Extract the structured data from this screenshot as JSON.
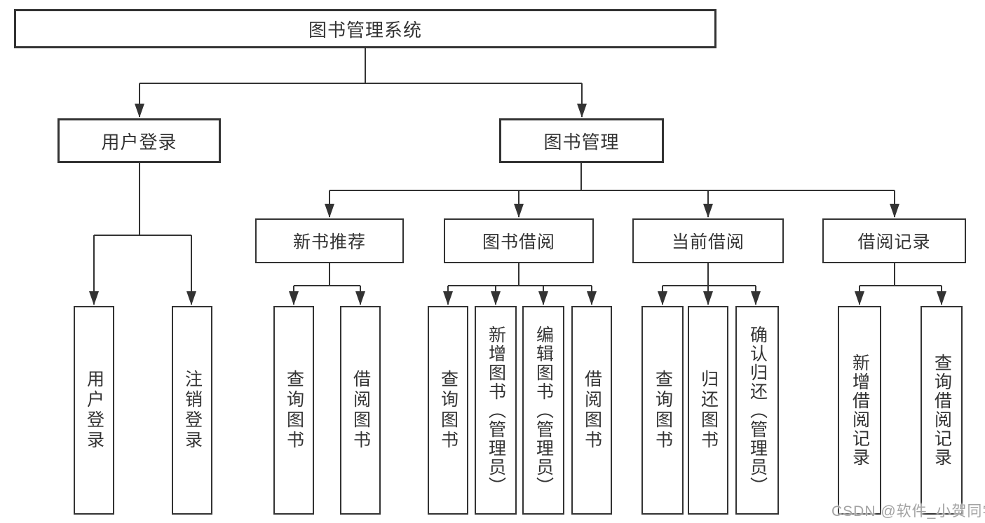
{
  "colors": {
    "line": "#333333",
    "text": "#333333",
    "background": "#ffffff",
    "watermark_text_color": "#a3a3a3"
  },
  "tree": {
    "root": "图书管理系统",
    "branches": [
      {
        "label": "用户登录",
        "leaves": [
          "用户登录",
          "注销登录"
        ]
      },
      {
        "label": "图书管理",
        "sections": [
          {
            "label": "新书推荐",
            "leaves": [
              "查询图书",
              "借阅图书"
            ]
          },
          {
            "label": "图书借阅",
            "leaves": [
              "查询图书",
              "新增图书（管理员）",
              "编辑图书（管理员）",
              "借阅图书"
            ]
          },
          {
            "label": "当前借阅",
            "leaves": [
              "查询图书",
              "归还图书",
              "确认归还（管理员）"
            ]
          },
          {
            "label": "借阅记录",
            "leaves": [
              "新增借阅记录",
              "查询借阅记录"
            ]
          }
        ]
      }
    ]
  },
  "watermark": {
    "text": "CSDN @软件_小贺同学"
  }
}
